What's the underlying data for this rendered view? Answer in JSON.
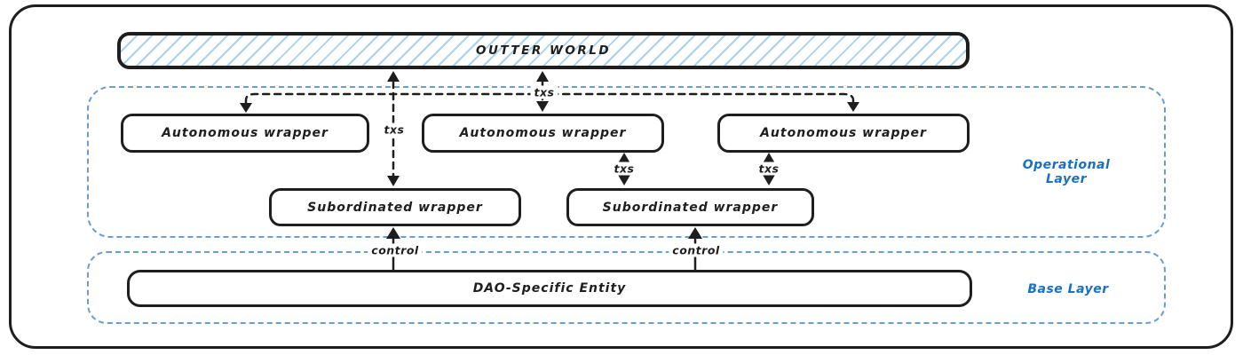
{
  "diagram": {
    "outer_world": {
      "label": "OUTTER WORLD"
    },
    "operational_layer": {
      "label": "Operational Layer",
      "autonomous_wrappers": [
        {
          "label": "Autonomous wrapper"
        },
        {
          "label": "Autonomous wrapper"
        },
        {
          "label": "Autonomous wrapper"
        }
      ],
      "subordinated_wrappers": [
        {
          "label": "Subordinated wrapper"
        },
        {
          "label": "Subordinated wrapper"
        }
      ]
    },
    "base_layer": {
      "label": "Base Layer",
      "entity": {
        "label": "DAO-Specific Entity"
      }
    },
    "edge_labels": {
      "txs": [
        "txs",
        "txs",
        "txs",
        "txs"
      ],
      "control": [
        "control",
        "control"
      ]
    },
    "colors": {
      "stroke": "#1e1e1e",
      "layer_border": "#6b9dce",
      "layer_label_text": "#1971c2",
      "hatch_fill": "#a9d2ef",
      "background": "#ffffff"
    }
  }
}
